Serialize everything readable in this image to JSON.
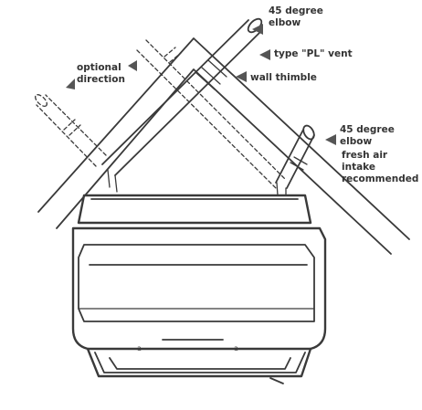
{
  "labels": {
    "elbow_top": [
      "45 degree",
      "elbow"
    ],
    "pl_vent": "type \"PL\" vent",
    "wall_thimble": "wall thimble",
    "optional_direction": [
      "optional",
      "direction"
    ],
    "elbow_right": [
      "45 degree",
      "elbow"
    ],
    "fresh_air": [
      "fresh air",
      "intake",
      "recommended"
    ]
  },
  "colors": {
    "ink": "#3a3a3a",
    "text": "#333333",
    "background": "#ffffff"
  }
}
